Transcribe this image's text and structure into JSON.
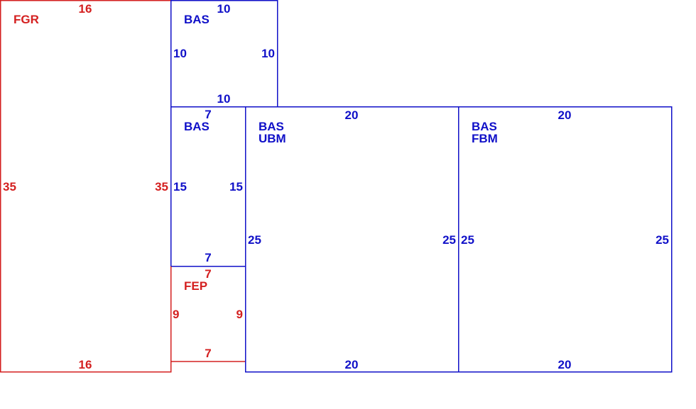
{
  "colors": {
    "red": "#d42020",
    "blue": "#1010c8"
  },
  "areas": [
    {
      "code": "FGR",
      "color": "red",
      "dims": {
        "top": "16",
        "bottom": "16",
        "left": "35",
        "right": "35"
      }
    },
    {
      "code": "BAS",
      "color": "blue",
      "dims": {
        "top": "10",
        "bottom": "10",
        "left": "10",
        "right": "10"
      }
    },
    {
      "code": "BAS",
      "color": "blue",
      "dims": {
        "top": "7",
        "bottom": "7",
        "left": "15",
        "right": "15"
      }
    },
    {
      "code": "FEP",
      "color": "red",
      "dims": {
        "top": "7",
        "bottom": "7",
        "left": "9",
        "right": "9"
      }
    },
    {
      "code": "BAS",
      "code2": "UBM",
      "color": "blue",
      "dims": {
        "top": "20",
        "bottom": "20",
        "left": "25",
        "right": "25"
      }
    },
    {
      "code": "BAS",
      "code2": "FBM",
      "color": "blue",
      "dims": {
        "top": "20",
        "bottom": "20",
        "left": "25",
        "right": "25"
      }
    }
  ]
}
